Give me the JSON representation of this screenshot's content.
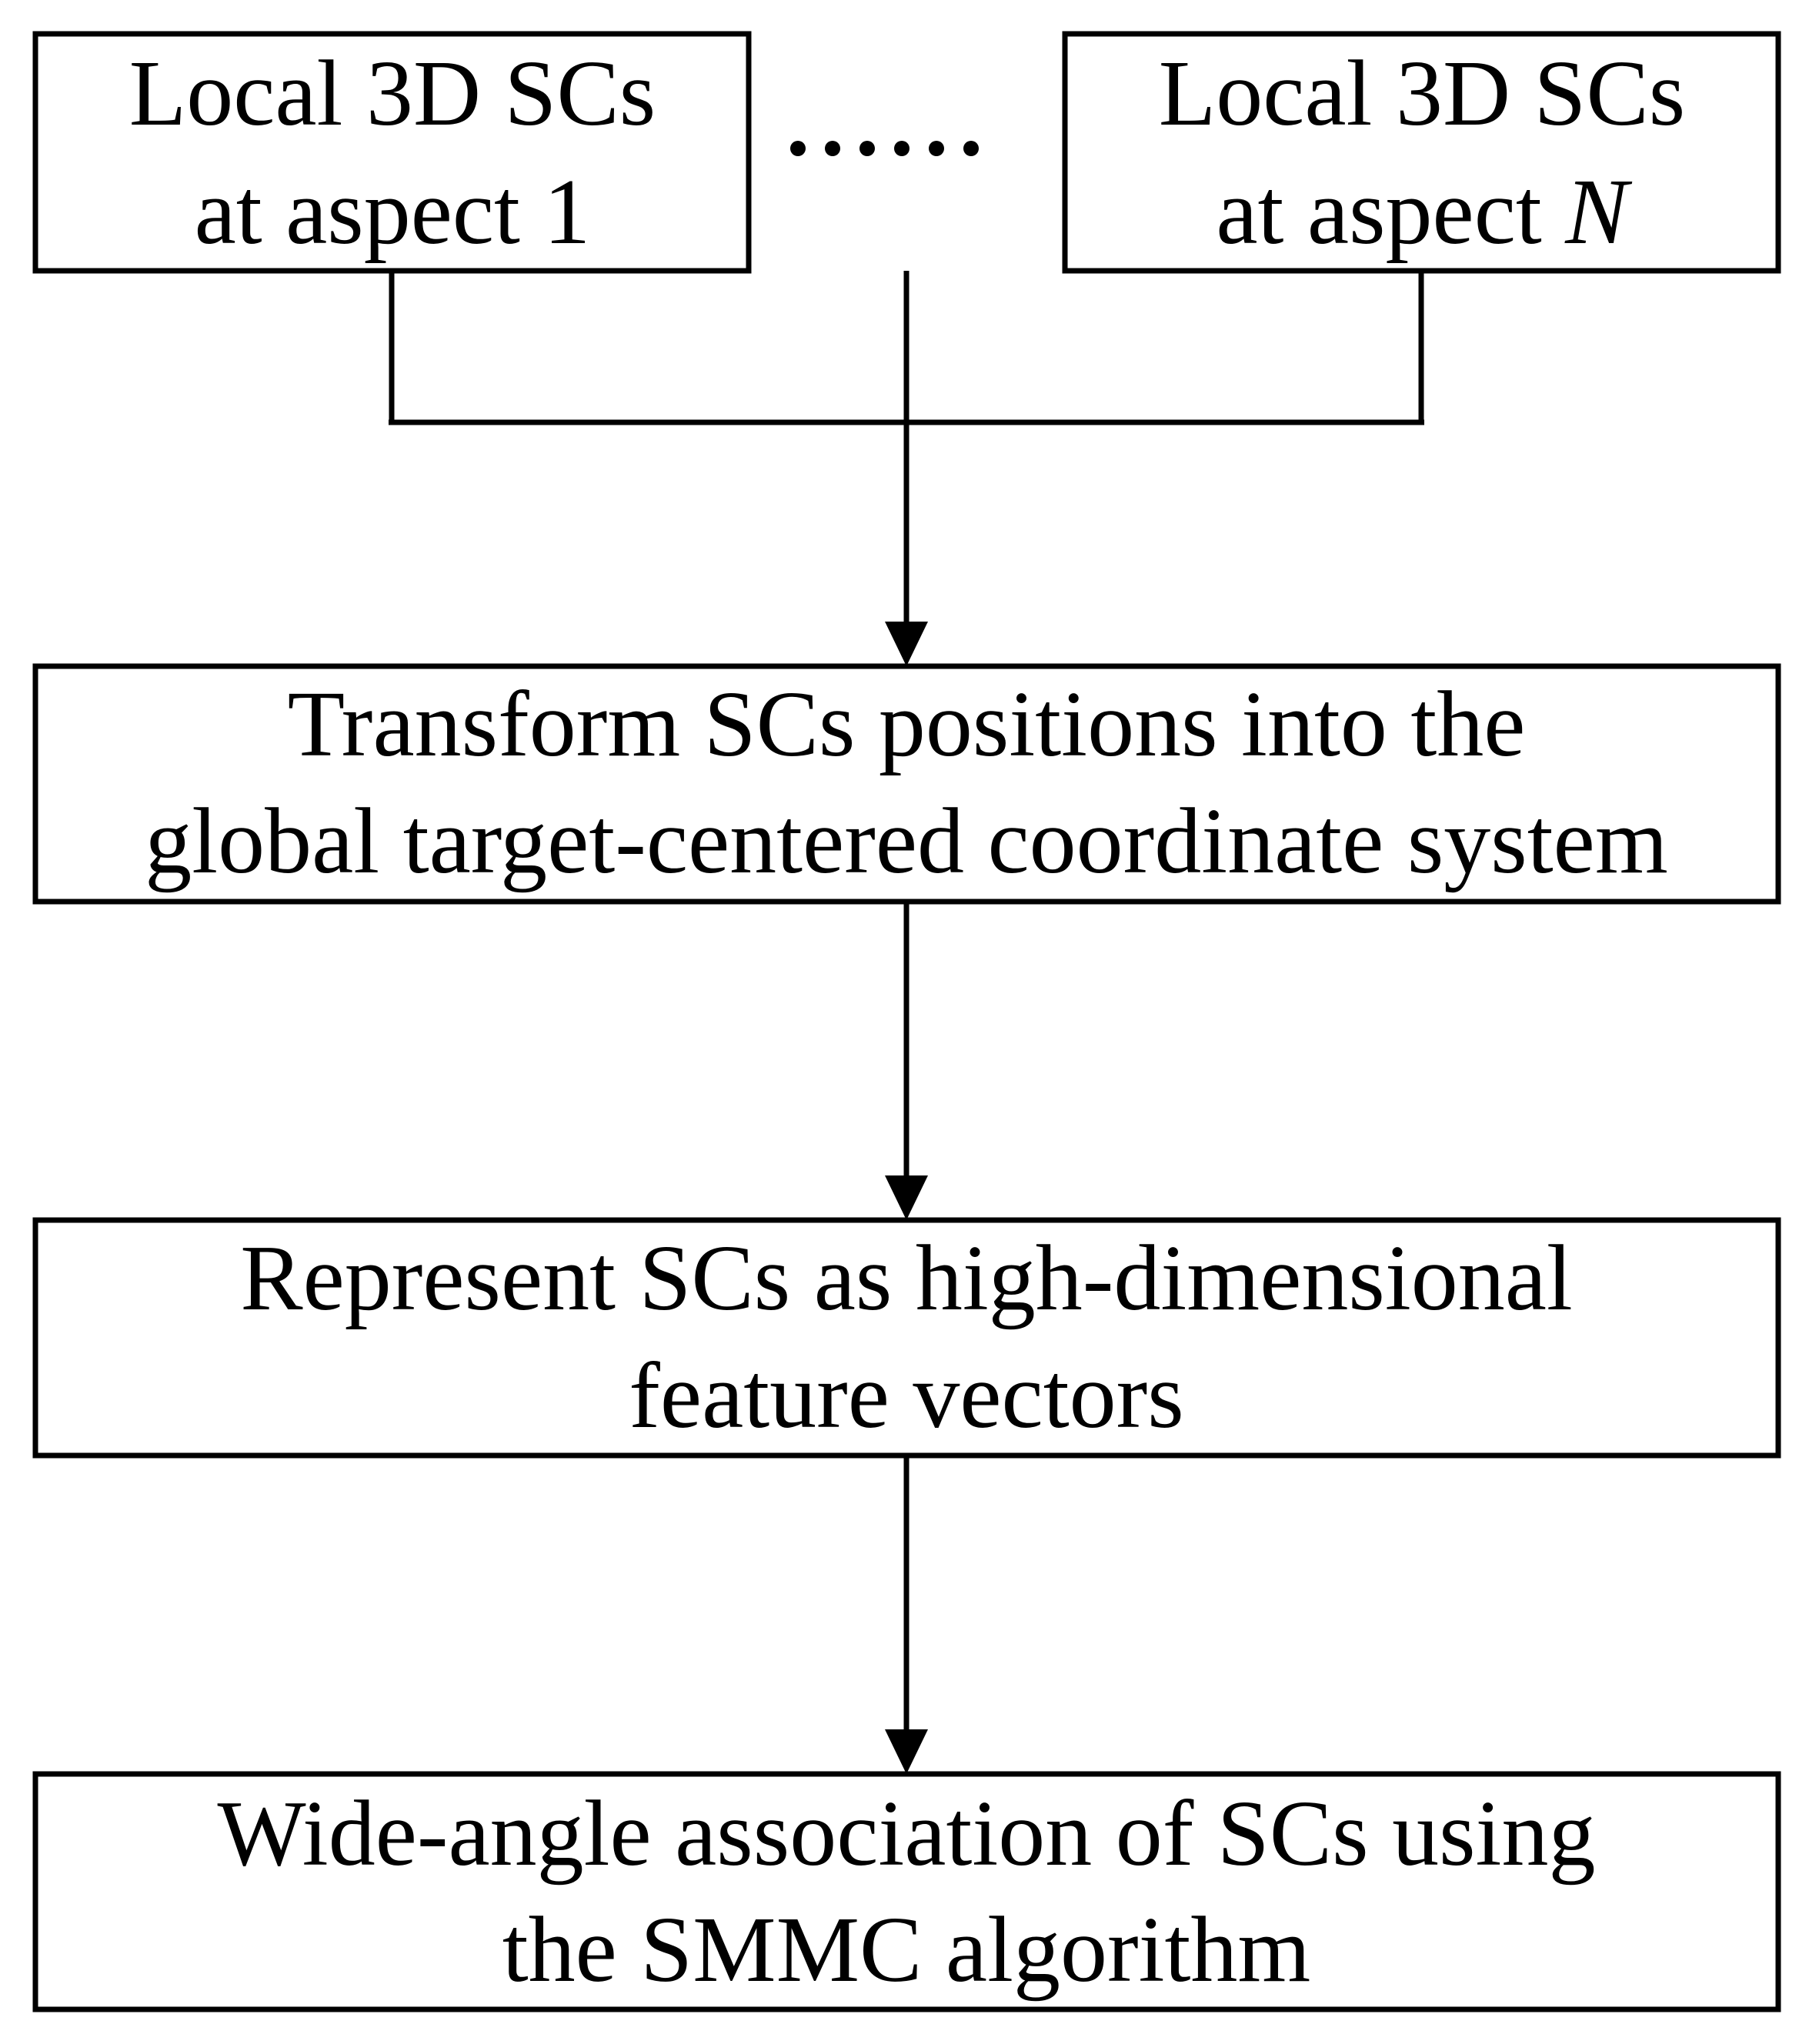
{
  "diagram": {
    "top_left_box": {
      "line1": "Local 3D SCs",
      "line2_prefix": "at aspect 1"
    },
    "top_right_box": {
      "line1": "Local 3D SCs",
      "line2_prefix": "at aspect ",
      "line2_italic": "N"
    },
    "ellipsis_dot_count": 6,
    "transform_box": {
      "line1": "Transform SCs positions into the",
      "line2": "global target-centered coordinate system"
    },
    "represent_box": {
      "line1": "Represent SCs as high-dimensional",
      "line2": "feature vectors"
    },
    "association_box": {
      "line1": "Wide-angle association of SCs using",
      "line2": "the SMMC algorithm"
    }
  }
}
